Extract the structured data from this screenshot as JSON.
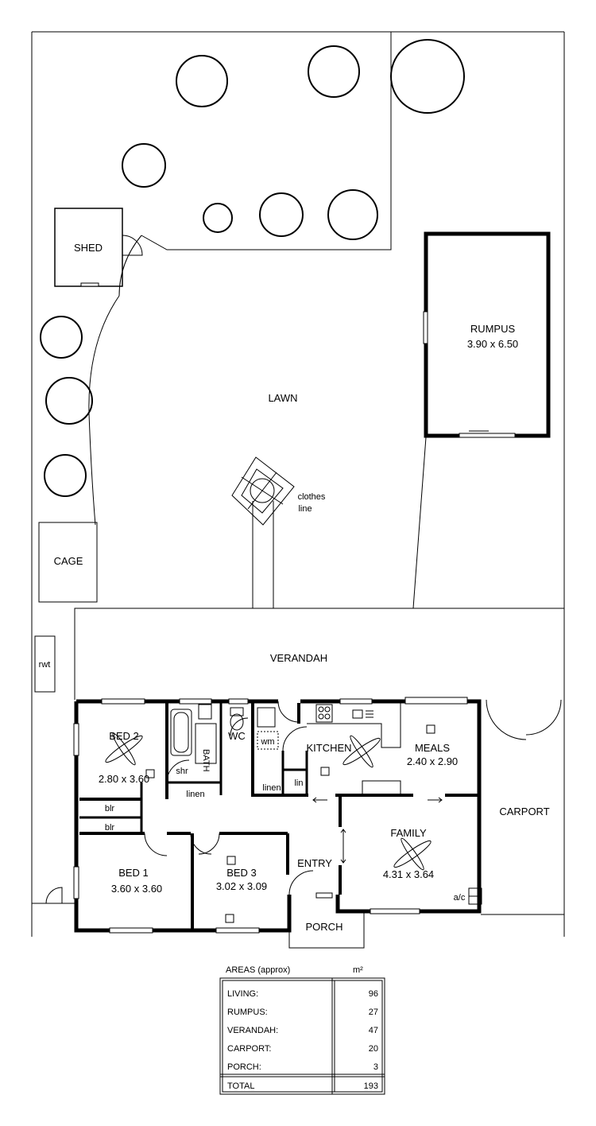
{
  "rooms": {
    "shed": "SHED",
    "rumpus": "RUMPUS",
    "rumpus_size": "3.90 x 6.50",
    "lawn": "LAWN",
    "clothes_line_1": "clothes",
    "clothes_line_2": "line",
    "cage": "CAGE",
    "rwt": "rwt",
    "verandah": "VERANDAH",
    "bed2": "BED 2",
    "bed2_size": "2.80 x 3.60",
    "bath": "BATH",
    "shr": "shr",
    "linen_bath": "linen",
    "wc": "WC",
    "wm": "wm",
    "linen_laundry": "linen",
    "lin": "lin",
    "kitchen": "KITCHEN",
    "meals": "MEALS",
    "meals_size": "2.40 x 2.90",
    "blr_1": "blr",
    "blr_2": "blr",
    "carport": "CARPORT",
    "family": "FAMILY",
    "family_size": "4.31 x 3.64",
    "entry": "ENTRY",
    "bed1": "BED 1",
    "bed1_size": "3.60 x 3.60",
    "bed3": "BED 3",
    "bed3_size": "3.02 x 3.09",
    "ac": "a/c",
    "porch": "PORCH"
  },
  "areas_table": {
    "title": "AREAS (approx)",
    "unit": "m²",
    "rows": [
      {
        "label": "LIVING:",
        "value": "96"
      },
      {
        "label": "RUMPUS:",
        "value": "27"
      },
      {
        "label": "VERANDAH:",
        "value": "47"
      },
      {
        "label": "CARPORT:",
        "value": "20"
      },
      {
        "label": "PORCH:",
        "value": "3"
      }
    ],
    "total_label": "TOTAL",
    "total_value": "193"
  }
}
